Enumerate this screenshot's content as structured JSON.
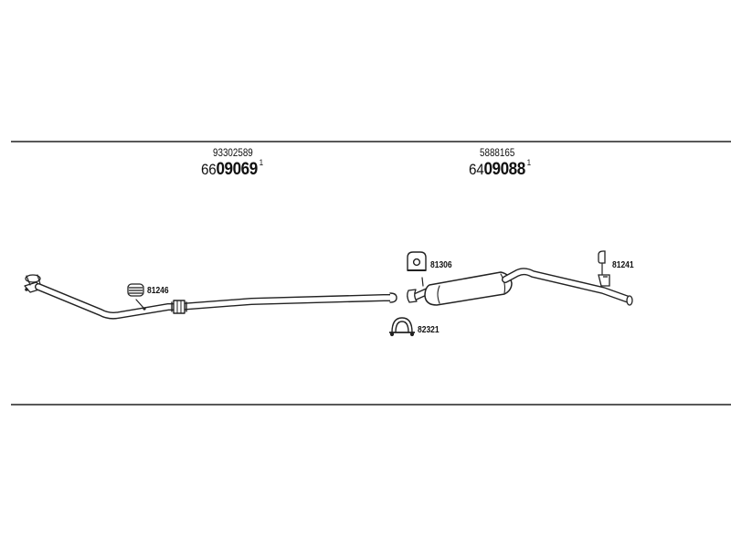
{
  "sections": [
    {
      "reference": "93302589",
      "code_prefix": "66",
      "code_main": "09069",
      "code_mark": "1"
    },
    {
      "reference": "5888165",
      "code_prefix": "64",
      "code_main": "09088",
      "code_mark": "1"
    }
  ],
  "parts": [
    {
      "number": "81246",
      "icon": "rubber-hanger-icon"
    },
    {
      "number": "81306",
      "icon": "rubber-mount-icon"
    },
    {
      "number": "82321",
      "icon": "pipe-clamp-icon"
    },
    {
      "number": "81241",
      "icon": "exhaust-hanger-icon"
    }
  ]
}
